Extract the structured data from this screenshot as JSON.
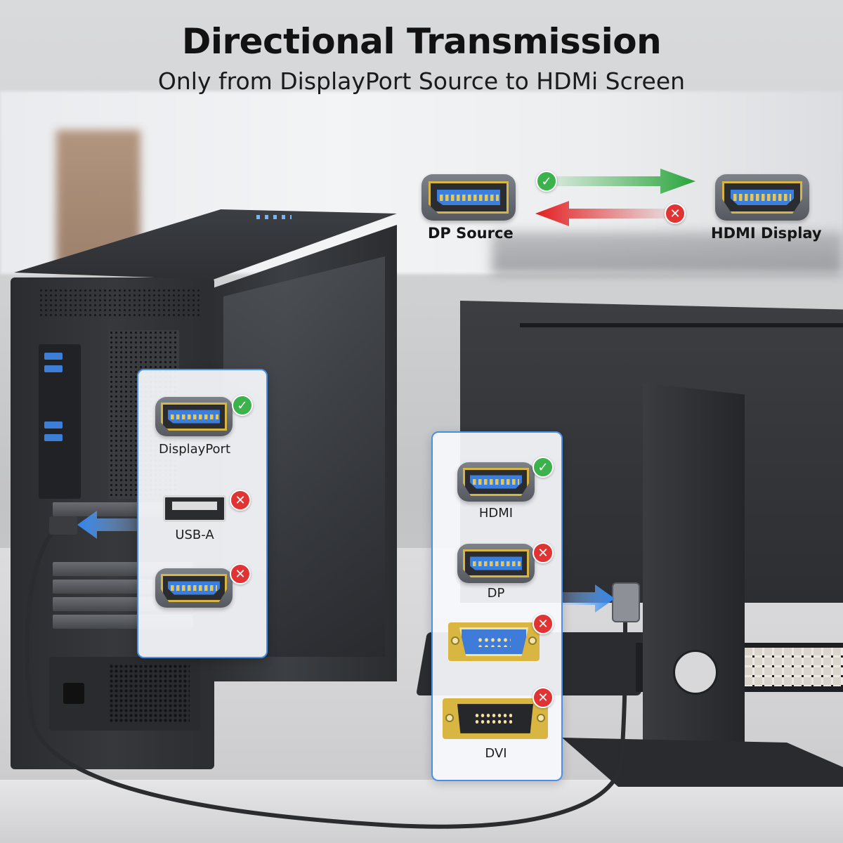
{
  "heading": {
    "title": "Directional Transmission",
    "subtitle": "Only from DisplayPort Source to HDMi Screen"
  },
  "direction_diagram": {
    "source_label": "DP Source",
    "display_label": "HDMI Display",
    "forward_status": "ok",
    "reverse_status": "no",
    "ok_color": "#3cb24c",
    "no_color": "#e03434"
  },
  "source_panel": {
    "items": [
      {
        "label": "DisplayPort",
        "status": "ok",
        "icon": "displayport-port-icon"
      },
      {
        "label": "USB-A",
        "status": "no",
        "icon": "usb-a-port-icon"
      },
      {
        "label": "",
        "status": "no",
        "icon": "hdmi-port-icon"
      }
    ]
  },
  "display_panel": {
    "items": [
      {
        "label": "HDMI",
        "status": "ok",
        "icon": "hdmi-port-icon"
      },
      {
        "label": "DP",
        "status": "no",
        "icon": "displayport-port-icon"
      },
      {
        "label": "",
        "status": "no",
        "icon": "vga-port-icon"
      },
      {
        "label": "DVI",
        "status": "no",
        "icon": "dvi-port-icon"
      }
    ]
  },
  "symbols": {
    "check": "✓",
    "cross": "✕"
  },
  "colors": {
    "panel_border": "#4a8fe6",
    "port_blue": "#3b7fde",
    "pin_gold": "#d7b544"
  }
}
